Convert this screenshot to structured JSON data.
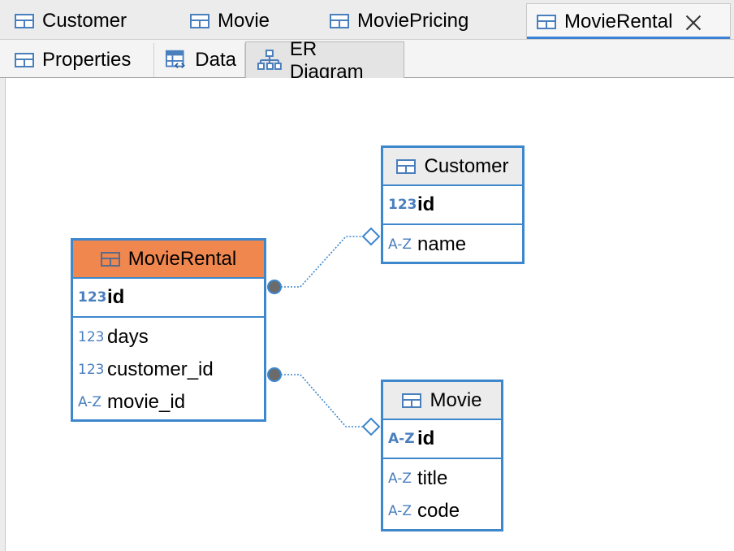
{
  "editor_tabs": [
    "Customer",
    "Movie",
    "MoviePricing",
    "MovieRental"
  ],
  "sub_tabs": [
    "Properties",
    "Data",
    "ER Diagram"
  ],
  "entities": {
    "movierental": {
      "title": "MovieRental",
      "key": {
        "type": "123",
        "name": "id"
      },
      "attrs": [
        {
          "type": "123",
          "name": "days"
        },
        {
          "type": "123",
          "name": "customer_id"
        },
        {
          "type": "A-Z",
          "name": "movie_id"
        }
      ]
    },
    "customer": {
      "title": "Customer",
      "key": {
        "type": "123",
        "name": "id"
      },
      "attrs": [
        {
          "type": "A-Z",
          "name": "name"
        }
      ]
    },
    "movie": {
      "title": "Movie",
      "key": {
        "type": "A-Z",
        "name": "id"
      },
      "attrs": [
        {
          "type": "A-Z",
          "name": "title"
        },
        {
          "type": "A-Z",
          "name": "code"
        }
      ]
    }
  },
  "colors": {
    "selected_header": "#f0874f",
    "entity_border": "#3d87cc",
    "link": "#3d87cc"
  }
}
